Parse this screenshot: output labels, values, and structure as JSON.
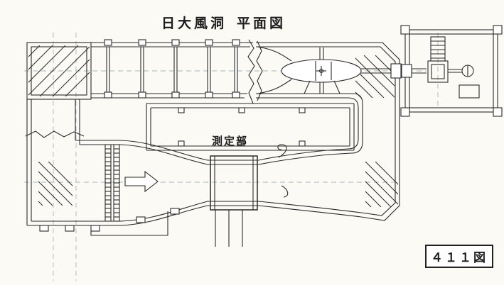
{
  "page": {
    "background": "#fbfaf5",
    "ink_color": "#2b2b2b",
    "centerline_color": "#aab6bd"
  },
  "header": {
    "title": "日大風洞",
    "subtitle": "平面図"
  },
  "annotations": {
    "test_section_label": "測定部"
  },
  "figure_box": {
    "label": "４１１図"
  }
}
